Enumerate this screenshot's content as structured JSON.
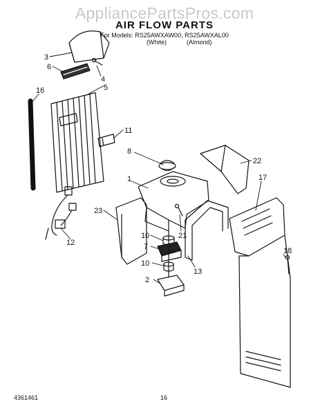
{
  "header": {
    "watermark": "AppliancePartsPros.com",
    "title": "AIR FLOW PARTS",
    "models_line": "For Models: RS25AWXAW00, RS25AWXAL00",
    "variant_white": "(White)",
    "variant_almond": "(Almond)"
  },
  "callouts": {
    "c3": "3",
    "c6": "6",
    "c4": "4",
    "c5": "5",
    "c16": "16",
    "c11": "11",
    "c8": "8",
    "c1": "1",
    "c22": "22",
    "c17": "17",
    "c23": "23",
    "c12": "12",
    "c21": "21",
    "c10a": "10",
    "c7": "7",
    "c10b": "10",
    "c13": "13",
    "c2": "2",
    "c18": "18"
  },
  "footer": {
    "doc_number": "4361461",
    "page_number": "16"
  }
}
